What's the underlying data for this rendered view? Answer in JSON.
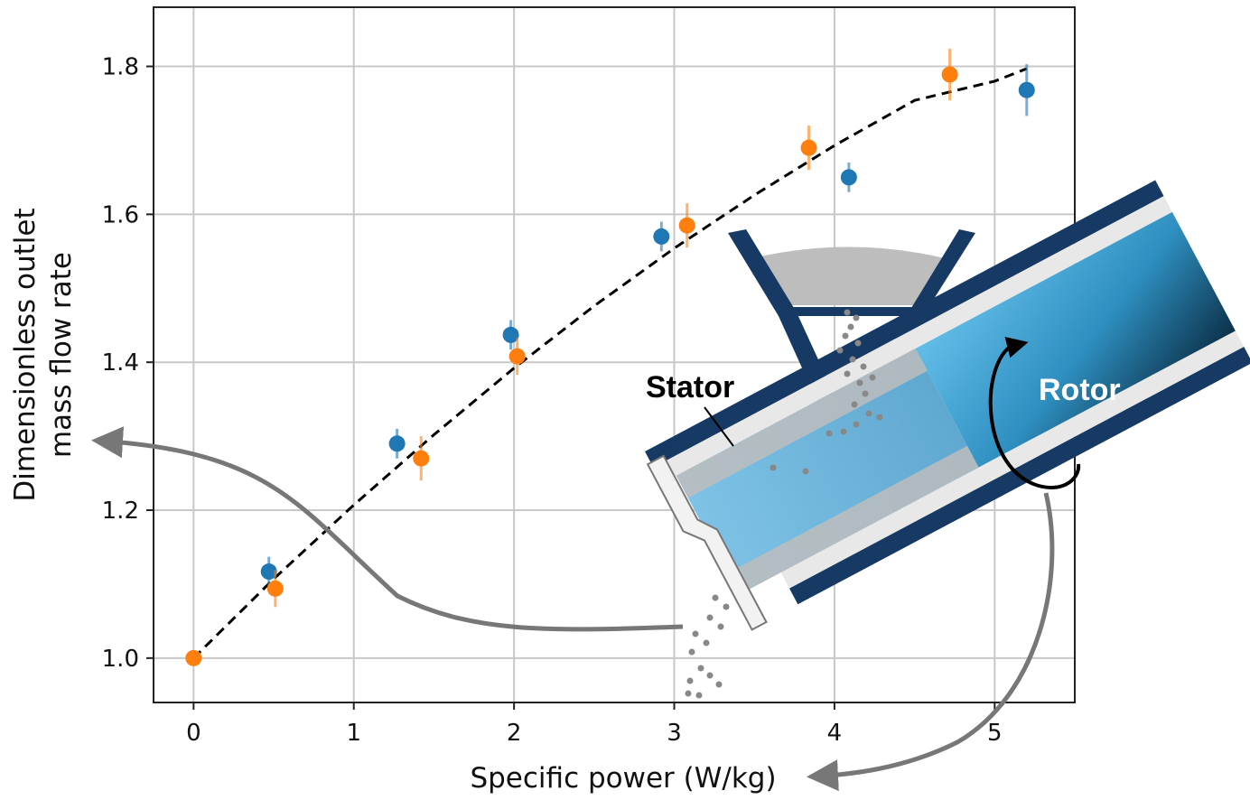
{
  "chart_data": {
    "type": "scatter",
    "xlabel": "Specific power (W/kg)",
    "ylabel": [
      "Dimensionless outlet",
      "mass flow rate"
    ],
    "xlim": [
      -0.25,
      5.5
    ],
    "ylim": [
      0.94,
      1.88
    ],
    "xticks": [
      "0",
      "1",
      "2",
      "3",
      "4",
      "5"
    ],
    "yticks": [
      "1.0",
      "1.2",
      "1.4",
      "1.6",
      "1.8"
    ],
    "grid": true,
    "series": [
      {
        "color": "#1f77b4",
        "points": [
          {
            "x": 0.47,
            "y": 1.117,
            "err": 0.02
          },
          {
            "x": 1.27,
            "y": 1.29,
            "err": 0.02
          },
          {
            "x": 1.98,
            "y": 1.437,
            "err": 0.02
          },
          {
            "x": 2.92,
            "y": 1.57,
            "err": 0.02
          },
          {
            "x": 4.09,
            "y": 1.65,
            "err": 0.02
          },
          {
            "x": 5.2,
            "y": 1.768,
            "err": 0.035
          }
        ]
      },
      {
        "color": "#ff7f0e",
        "points": [
          {
            "x": 0.0,
            "y": 1.0,
            "err": 0.0
          },
          {
            "x": 0.51,
            "y": 1.094,
            "err": 0.025
          },
          {
            "x": 1.42,
            "y": 1.27,
            "err": 0.03
          },
          {
            "x": 2.02,
            "y": 1.408,
            "err": 0.025
          },
          {
            "x": 3.08,
            "y": 1.585,
            "err": 0.03
          },
          {
            "x": 3.84,
            "y": 1.69,
            "err": 0.03
          },
          {
            "x": 4.72,
            "y": 1.789,
            "err": 0.035
          }
        ]
      }
    ],
    "fit": {
      "style": "dashed",
      "color": "#000000",
      "x": [
        0,
        0.5,
        1,
        1.5,
        2,
        2.5,
        3,
        3.5,
        4,
        4.5,
        5,
        5.2
      ],
      "y": [
        1.0,
        1.107,
        1.207,
        1.302,
        1.392,
        1.476,
        1.554,
        1.626,
        1.693,
        1.754,
        1.78,
        1.797
      ]
    }
  },
  "inset": {
    "stator_label": "Stator",
    "rotor_label": "Rotor",
    "colors": {
      "wall": "#163a63",
      "rotor_light": "#5ab8e6",
      "rotor_dark": "#0f3c55",
      "powder": "#bdbdbd",
      "arrow": "#777777"
    }
  }
}
